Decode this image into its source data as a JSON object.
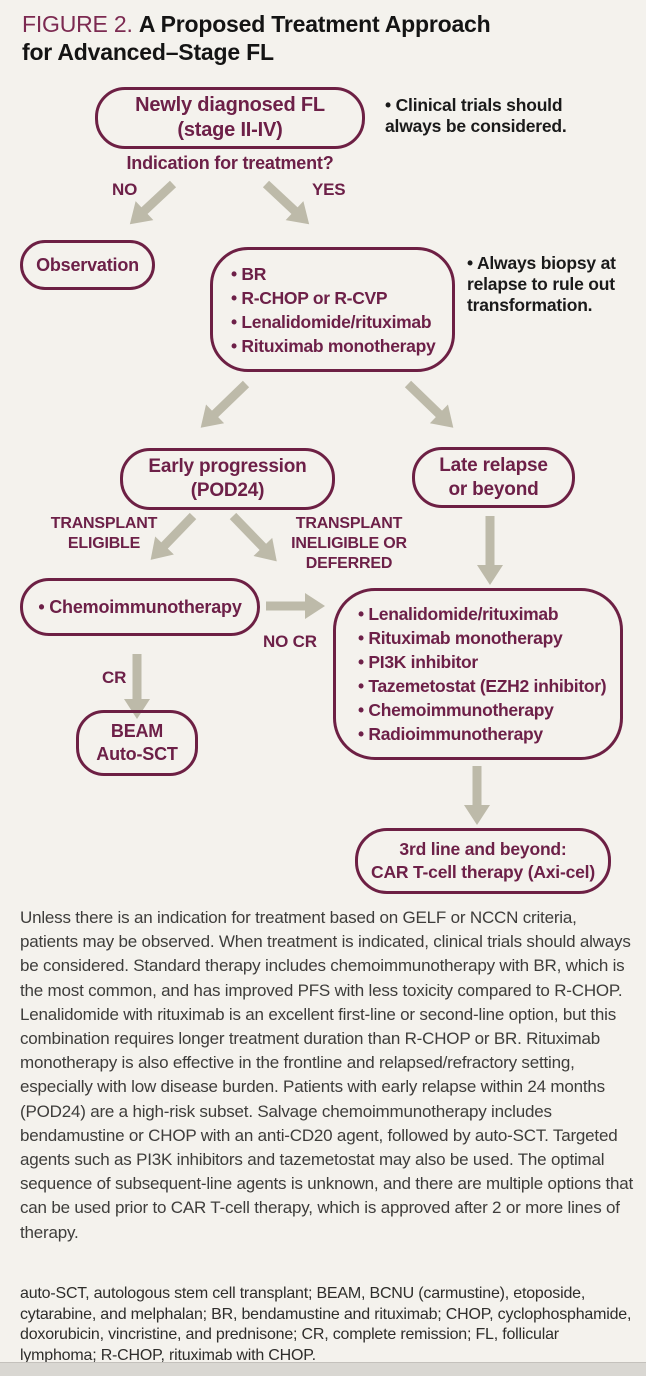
{
  "figure": {
    "label": "FIGURE 2.",
    "title": "A Proposed Treatment Approach\nfor Advanced–Stage FL"
  },
  "colors": {
    "maroon": "#6d2048",
    "arrow": "#bdbaa9",
    "background": "#f4f2ed"
  },
  "flowchart": {
    "nodes": {
      "newly_diagnosed": "Newly diagnosed FL\n(stage II-IV)",
      "observation": "Observation",
      "first_line_options": [
        "BR",
        "R-CHOP or R-CVP",
        "Lenalidomide/rituximab",
        "Rituximab monotherapy"
      ],
      "early_progression": "Early progression\n(POD24)",
      "late_relapse": "Late relapse\nor beyond",
      "chemoimmunotherapy": "• Chemoimmunotherapy",
      "beam_auto_sct": "BEAM\nAuto-SCT",
      "second_line_options": [
        "Lenalidomide/rituximab",
        "Rituximab monotherapy",
        "PI3K inhibitor",
        "Tazemetostat (EZH2 inhibitor)",
        "Chemoimmunotherapy",
        "Radioimmunotherapy"
      ],
      "third_line": "3rd line and beyond:\nCAR T-cell therapy (Axi-cel)"
    },
    "labels": {
      "indication": "Indication for treatment?",
      "no": "NO",
      "yes": "YES",
      "transplant_eligible": "TRANSPLANT\nELIGIBLE",
      "transplant_ineligible": "TRANSPLANT\nINELIGIBLE OR\nDEFERRED",
      "cr": "CR",
      "no_cr": "NO CR"
    },
    "notes": {
      "clinical_trials": "• Clinical trials should\nalways be considered.",
      "biopsy": "• Always biopsy at\nrelapse to rule out\ntransformation."
    }
  },
  "caption": "Unless there is an indication for treatment based on GELF or NCCN criteria, patients may be observed. When treatment is indicated, clinical trials should always be considered. Standard therapy includes chemoimmunotherapy with BR, which is the most common, and has improved PFS with less toxicity compared to R-CHOP. Lenalidomide with rituximab is an excellent first-line or second-line option, but this combination requires longer treatment duration than R-CHOP or BR. Rituximab monotherapy is also effective in the frontline and relapsed/refractory setting, especially with low disease burden. Patients with early relapse within 24 months (POD24) are a high-risk subset. Salvage chemoimmunotherapy includes bendamustine or CHOP with an anti-CD20 agent, followed by auto-SCT. Targeted agents such as PI3K inhibitors and tazemetostat may also be used. The optimal sequence of subsequent-line agents is unknown, and there are multiple options that can be used prior to CAR T-cell therapy, which is approved after 2 or more lines of therapy.",
  "abbreviations": "auto-SCT, autologous stem cell transplant; BEAM, BCNU (carmustine), etoposide, cytarabine, and melphalan; BR, bendamustine and rituximab; CHOP, cyclophosphamide, doxorubicin, vincristine, and prednisone; CR, complete remission; FL, follicular lymphoma; R-CHOP, rituximab with CHOP."
}
